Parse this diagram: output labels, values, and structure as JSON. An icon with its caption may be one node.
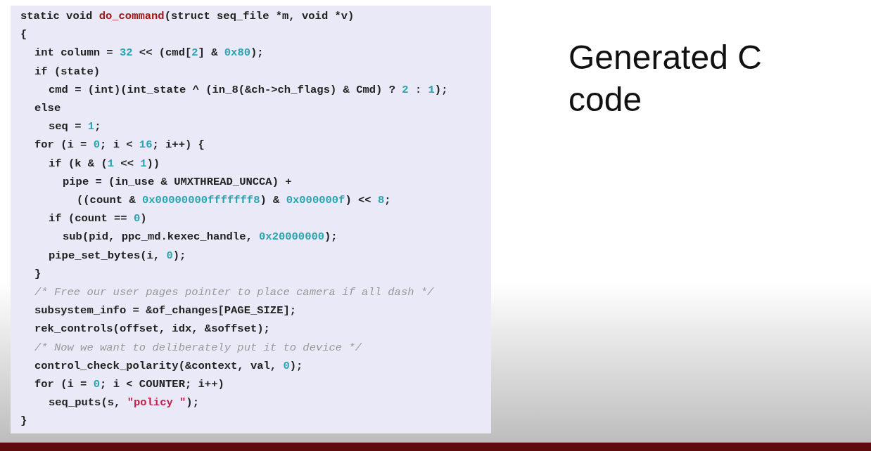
{
  "diagram": {
    "labels": [
      "Generated C code",
      "static void do_command(struct seq_file *m, void *v)",
      "{",
      "int column = 32 << (cmd[2] & 0x80);",
      "if (state)",
      "cmd = (int)(int_state ^ (in_8(&ch->ch_flags) & Cmd) ? 2 : 1);",
      "else",
      "seq = 1;",
      "for (i = 0; i < 16; i++) {",
      "if (k & (1 << 1))",
      "pipe = (in_use & UMXTHREAD_UNCCA) +",
      "((count & 0x00000000fffffff8) & 0x000000f) << 8;",
      "if (count == 0)",
      "sub(pid, ppc_md.kexec_handle, 0x20000000);",
      "pipe_set_bytes(i, 0);",
      "}",
      "/* Free our user pages pointer to place camera if all dash */",
      "subsystem_info = &of_changes[PAGE_SIZE];",
      "rek_controls(offset, idx, &soffset);",
      "/* Now we want to deliberately put it to device */",
      "control_check_polarity(&context, val, 0);",
      "for (i = 0; i < COUNTER; i++)",
      "seq_puts(s, \"policy \");",
      "}"
    ]
  }
}
